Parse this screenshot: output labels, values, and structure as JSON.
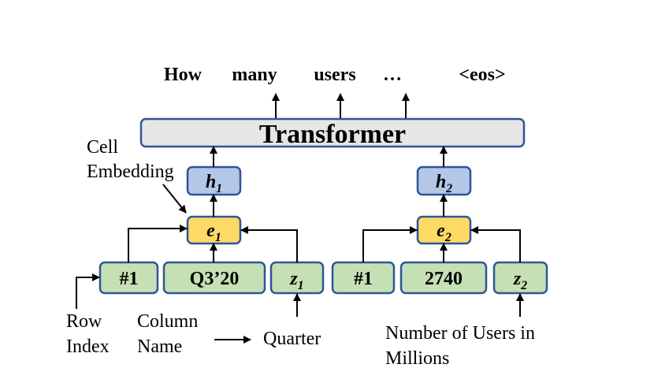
{
  "output_tokens": [
    "How",
    "many",
    "users",
    "…",
    "<eos>"
  ],
  "transformer_label": "Transformer",
  "cell_embedding_label": [
    "Cell",
    "Embedding"
  ],
  "cells": [
    {
      "hidden": {
        "letter": "h",
        "sub": "1"
      },
      "embedding": {
        "letter": "e",
        "sub": "1"
      },
      "inputs": {
        "row_index": "#1",
        "column_name": "Q3’20",
        "value": {
          "letter": "z",
          "sub": "1"
        }
      }
    },
    {
      "hidden": {
        "letter": "h",
        "sub": "2"
      },
      "embedding": {
        "letter": "e",
        "sub": "2"
      },
      "inputs": {
        "row_index": "#1",
        "column_name": "2740",
        "value": {
          "letter": "z",
          "sub": "2"
        }
      }
    }
  ],
  "annotations": {
    "row_index": [
      "Row",
      "Index"
    ],
    "column_name": [
      "Column",
      "Name"
    ],
    "quarter": "Quarter",
    "number_of_users": [
      "Number of Users in",
      "Millions"
    ]
  },
  "colors": {
    "transformer_fill": "#e6e6e6",
    "hidden_fill": "#b4c7e7",
    "embedding_fill": "#ffd966",
    "input_fill": "#c5e0b4",
    "box_stroke": "#2f5597"
  }
}
